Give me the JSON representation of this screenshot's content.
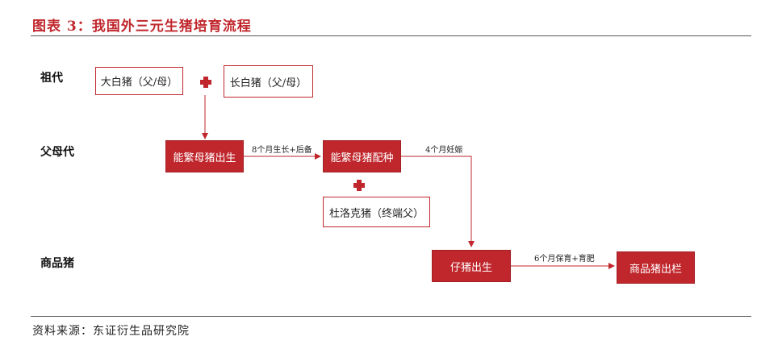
{
  "figure": {
    "title": "图表 3：我国外三元生猪培育流程",
    "source": "资料来源：东证衍生品研究院"
  },
  "rows": {
    "grandparent": "祖代",
    "parent": "父母代",
    "commercial": "商品猪"
  },
  "nodes": {
    "large_white": "大白猪（父/母）",
    "landrace": "长白猪（父/母）",
    "sow_birth": "能繁母猪出生",
    "sow_mating": "能繁母猪配种",
    "duroc": "杜洛克猪（终端父）",
    "piglet_birth": "仔猪出生",
    "market_pig": "商品猪出栏"
  },
  "edges": {
    "growth": "8个月生长+后备",
    "gestation": "4个月妊娠",
    "nursery": "6个月保育+育肥"
  },
  "colors": {
    "accent": "#c0272d"
  }
}
